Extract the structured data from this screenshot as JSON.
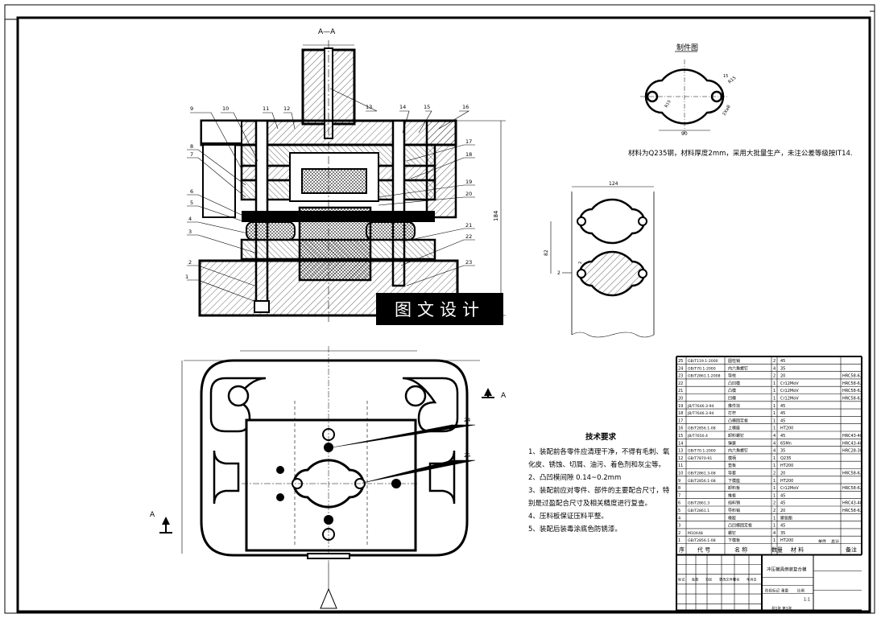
{
  "section_label": "A—A",
  "part_drawing_title": "制件图",
  "part_dims": {
    "width": "90",
    "ring": "R15",
    "hole": "2X⌀8",
    "t1": "15",
    "t2": "R15"
  },
  "material_note": "材料为Q235钢，材料厚度2mm，采用大批量生产，未注公差等级按IT14.",
  "layout_dims": {
    "width": "124",
    "pitch": "82",
    "gap": "2",
    "side": "2"
  },
  "height_dim": "184",
  "watermark": "图文设计",
  "view_arrow": "A",
  "callouts_left": [
    "9",
    "10",
    "11",
    "12",
    "13",
    "14",
    "15",
    "16"
  ],
  "callouts_right": [
    "17",
    "18",
    "19",
    "20",
    "21",
    "22",
    "23"
  ],
  "callouts_side": [
    "8",
    "7",
    "6",
    "5",
    "4",
    "3",
    "2",
    "1"
  ],
  "plan_callouts": [
    "24",
    "25"
  ],
  "tech_req": {
    "heading": "技术要求",
    "items": [
      "1、装配前各零件应清理干净，不得有毛刺、氧化皮、锈蚀、切屑、油污、着色剂和灰尘等。",
      "2、凸凹模间隙 0.14~0.2mm",
      "3、装配前应对零件、部件的主要配合尺寸，特别是过盈配合尺寸及相关精度进行复查。",
      "4、压料板保证压料平整。",
      "5、装配后装毒涂底色防锈漆。"
    ]
  },
  "bom": {
    "rows": [
      [
        "25",
        "GB/T119.1-2000",
        "圆柱销",
        "2",
        "45",
        ""
      ],
      [
        "24",
        "GB/T70.1-2000",
        "内六角螺钉",
        "4",
        "35",
        ""
      ],
      [
        "23",
        "GB/T2861.1-2008",
        "导柱",
        "2",
        "20",
        "HRC58-62"
      ],
      [
        "22",
        "",
        "凸凹模",
        "1",
        "Cr12MoV",
        "HRC58-62"
      ],
      [
        "21",
        "",
        "凸模",
        "1",
        "Cr12MoV",
        "HRC58-62"
      ],
      [
        "20",
        "",
        "凹模",
        "1",
        "Cr12MoV",
        "HRC58-62"
      ],
      [
        "19",
        "JB/T7646.3-94",
        "推件块",
        "1",
        "45",
        ""
      ],
      [
        "18",
        "JB/T7646.3-94",
        "打杆",
        "1",
        "45",
        ""
      ],
      [
        "17",
        "",
        "凸模固定板",
        "1",
        "45",
        ""
      ],
      [
        "16",
        "GB/T2856.1-08",
        "上模座",
        "1",
        "HT200",
        ""
      ],
      [
        "15",
        "JB/T7650.4",
        "卸料螺钉",
        "4",
        "45",
        "HRC43-48"
      ],
      [
        "14",
        "",
        "弹簧",
        "4",
        "65Mn",
        "HRC43-48"
      ],
      [
        "13",
        "GB/T70.1-2000",
        "内六角螺钉",
        "4",
        "35",
        "HRC28-38"
      ],
      [
        "12",
        "GB/T7870-91",
        "模柄",
        "1",
        "Q235",
        ""
      ],
      [
        "11",
        "",
        "垫板",
        "1",
        "HT200",
        ""
      ],
      [
        "10",
        "GB/T2861.3-08",
        "导套",
        "2",
        "20",
        "HRC58-62"
      ],
      [
        "9",
        "GB/T2856.1-08",
        "下模座",
        "1",
        "HT200",
        ""
      ],
      [
        "8",
        "",
        "卸料板",
        "1",
        "Cr12MoV",
        "HRC58-62"
      ],
      [
        "7",
        "",
        "推板",
        "1",
        "45",
        ""
      ],
      [
        "6",
        "GB/T2861.3",
        "挡料销",
        "2",
        "45",
        "HRC43-48"
      ],
      [
        "5",
        "GB/T2861.1",
        "导料销",
        "2",
        "20",
        "HRC58-62"
      ],
      [
        "4",
        "",
        "橡胶",
        "1",
        "聚氨酯",
        ""
      ],
      [
        "3",
        "",
        "凸凹模固定板",
        "1",
        "45",
        ""
      ],
      [
        "2",
        "M10X48",
        "螺钉",
        "4",
        "35",
        ""
      ],
      [
        "1",
        "GB/T2856.1-08",
        "下模板",
        "1",
        "HT200",
        ""
      ]
    ],
    "header": [
      "序",
      "代 号",
      "名 称",
      "数量",
      "材 料",
      "备注"
    ],
    "title": "冲压模具倒装复合模",
    "sig_labels": [
      "标记",
      "处数",
      "分区",
      "更改文件号",
      "签名",
      "年月日"
    ],
    "stage_labels": [
      "阶段标记",
      "重量",
      "比例"
    ],
    "scale": "1:1",
    "sheet": "共1张 第1张",
    "weight_label": "单件",
    "total_label": "总计"
  }
}
